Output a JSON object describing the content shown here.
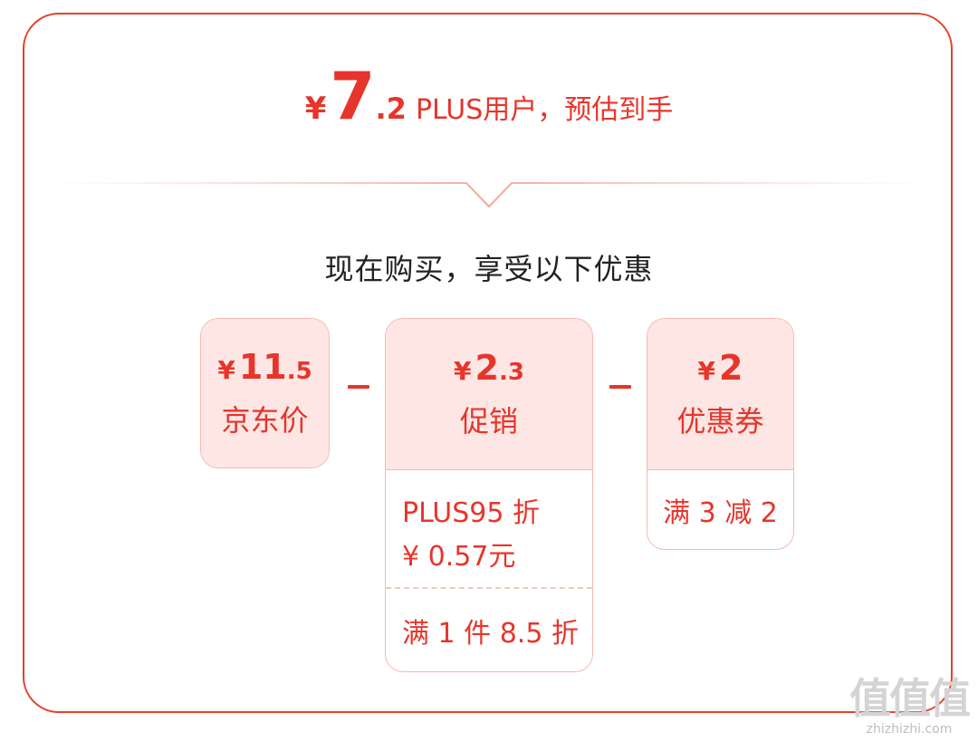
{
  "headline": {
    "yen": "¥",
    "int": "7",
    "dec": ".2",
    "text": "PLUS用户，预估到手"
  },
  "subtitle": "现在购买，享受以下优惠",
  "cards": {
    "jd": {
      "yen": "¥",
      "int": "11",
      "dec": ".5",
      "label": "京东价"
    },
    "promo": {
      "yen": "¥",
      "int": "2",
      "dec": ".3",
      "label": "促销",
      "line1": "PLUS95 折",
      "line2": "¥ 0.57元",
      "line3": "满 1 件 8.5 折"
    },
    "coupon": {
      "yen": "¥",
      "int": "2",
      "label": "优惠券",
      "line1": "满 3 减 2"
    }
  },
  "watermark": {
    "big": "值值值",
    "small": "zhizhizhi.com"
  },
  "colors": {
    "accent": "#e6352b",
    "card_bg": "#fde6e3",
    "card_border": "#f7b9b1"
  }
}
